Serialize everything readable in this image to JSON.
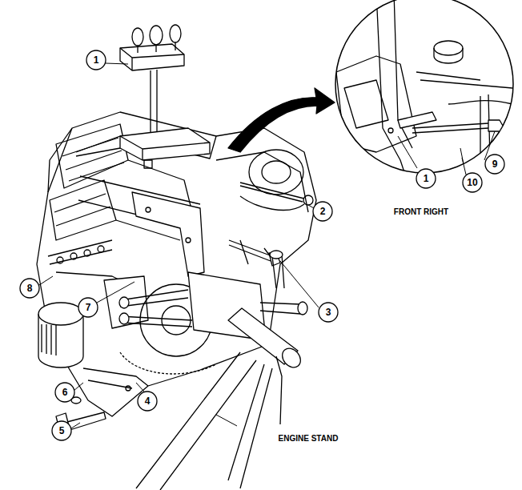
{
  "diagram": {
    "labels": [
      "1",
      "2",
      "3",
      "4",
      "5",
      "6",
      "7",
      "8",
      "9",
      "10",
      "1",
      "FRONT RIGHT",
      "ENGINE STAND"
    ]
  }
}
